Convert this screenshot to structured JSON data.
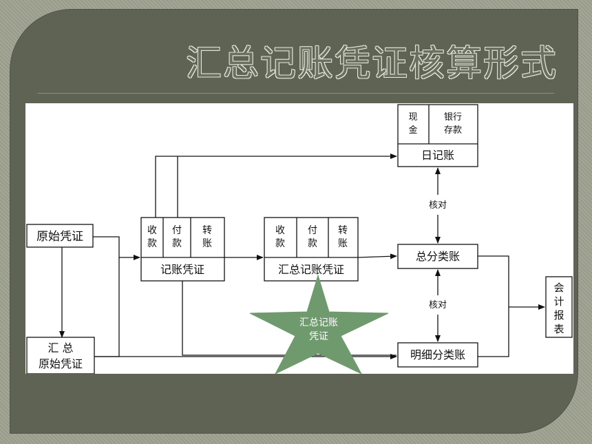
{
  "slide": {
    "title": "汇总记账凭证核算形式"
  },
  "diagram": {
    "original_voucher": "原始凭证",
    "summary_original_voucher_line1": "汇  总",
    "summary_original_voucher_line2": "原始凭证",
    "voucher_cells": [
      {
        "line1": "收",
        "line2": "款"
      },
      {
        "line1": "付",
        "line2": "款"
      },
      {
        "line1": "转",
        "line2": "账"
      }
    ],
    "voucher_label": "记账凭证",
    "summary_voucher_cells": [
      {
        "line1": "收",
        "line2": "款"
      },
      {
        "line1": "付",
        "line2": "款"
      },
      {
        "line1": "转",
        "line2": "账"
      }
    ],
    "summary_voucher_label": "汇总记账凭证",
    "journal_cells": [
      {
        "line1": "现",
        "line2": "金"
      },
      {
        "line1": "银行",
        "line2": "存款"
      }
    ],
    "journal_label": "日记账",
    "general_ledger": "总分类账",
    "subsidiary_ledger": "明细分类账",
    "check_label_top": "核对",
    "check_label_bottom": "核对",
    "report_chars": [
      "会",
      "计",
      "报",
      "表"
    ],
    "star_line1": "汇总记账",
    "star_line2": "凭证",
    "star_color": "#6f9a6e"
  }
}
